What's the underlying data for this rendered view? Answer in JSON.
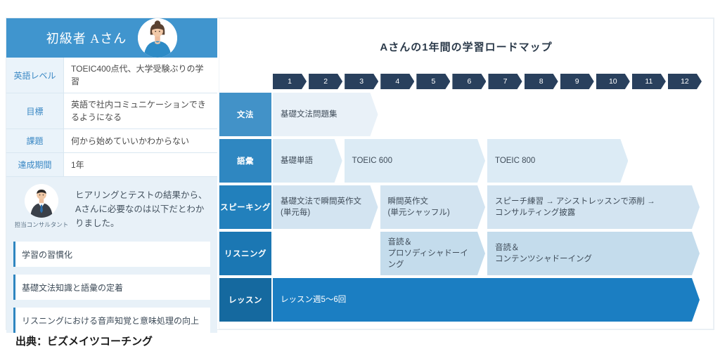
{
  "source": "出典：ビズメイツコーチング",
  "profile": {
    "title": "初級者 Aさん",
    "rows": [
      {
        "label": "英語レベル",
        "value": "TOEIC400点代、大学受験ぶりの学習"
      },
      {
        "label": "目標",
        "value": "英語で社内コミュニケーションできるようになる"
      },
      {
        "label": "課題",
        "value": "何から始めていいかわからない"
      },
      {
        "label": "達成期間",
        "value": "1年"
      }
    ],
    "consultant": {
      "label": "担当コンサルタント",
      "message": "ヒアリングとテストの結果から、Aさんに必要なのは以下だとわかりました。"
    },
    "needs": [
      "学習の習慣化",
      "基礎文法知識と語彙の定着",
      "リスニングにおける音声知覚と意味処理の向上"
    ]
  },
  "roadmap": {
    "title": "Aさんの1年間の学習ロードマップ",
    "months": [
      "1",
      "2",
      "3",
      "4",
      "5",
      "6",
      "7",
      "8",
      "9",
      "10",
      "11",
      "12"
    ],
    "rows": [
      {
        "label": "文法",
        "label_color": "#4292c8",
        "arrow_color": "#e9f1f8",
        "text_color": "#3f4c59",
        "items": [
          {
            "text": "基礎文法問題集",
            "start": 1,
            "end": 3
          }
        ]
      },
      {
        "label": "語彙",
        "label_color": "#2f87c1",
        "arrow_color": "#dcebf5",
        "text_color": "#3f4c59",
        "items": [
          {
            "text": "基礎単語",
            "start": 1,
            "end": 2
          },
          {
            "text": "TOEIC 600",
            "start": 3,
            "end": 6
          },
          {
            "text": "TOEIC 800",
            "start": 7,
            "end": 10
          }
        ]
      },
      {
        "label": "スピーキング",
        "label_color": "#2280bc",
        "arrow_color": "#d3e4f1",
        "text_color": "#3f4c59",
        "items": [
          {
            "text": "基礎文法で瞬間英作文\n(単元毎)",
            "start": 1,
            "end": 3
          },
          {
            "text": "瞬間英作文\n(単元シャッフル)",
            "start": 4,
            "end": 6
          },
          {
            "text": "スピーチ練習 → アシストレッスンで添削 →\nコンサルティング披露",
            "start": 7,
            "end": 12
          }
        ]
      },
      {
        "label": "リスニング",
        "label_color": "#1b77b3",
        "arrow_color": "#c4dcec",
        "text_color": "#3f4c59",
        "items": [
          {
            "text": "音読＆\nプロソディシャドーイング",
            "start": 4,
            "end": 6
          },
          {
            "text": "音読＆\nコンテンツシャドーイング",
            "start": 7,
            "end": 12
          }
        ]
      },
      {
        "label": "レッスン",
        "label_color": "#15699f",
        "arrow_color": "#1b7ec2",
        "text_color": "#ffffff",
        "items": [
          {
            "text": "レッスン週5～6回",
            "start": 1,
            "end": 12
          }
        ]
      }
    ],
    "colors": {
      "month_arrow": "#29405d",
      "panel_accent": "#4095ce"
    }
  }
}
